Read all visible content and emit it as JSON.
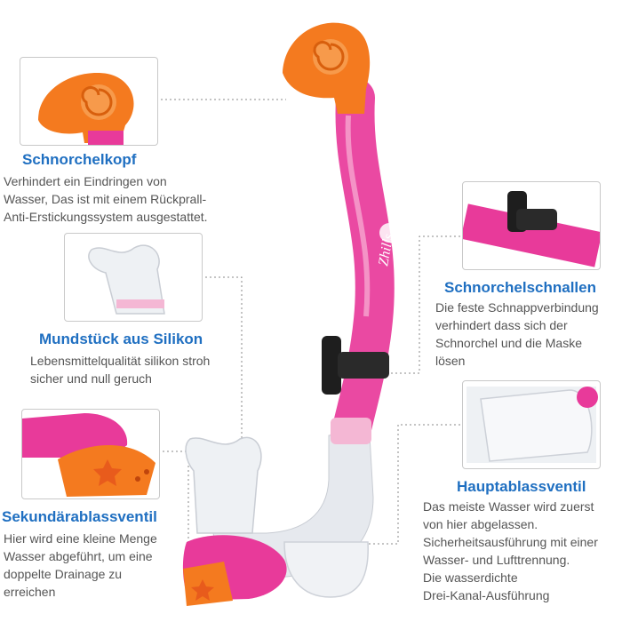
{
  "colors": {
    "heading": "#1f6fc1",
    "body_text": "#555555",
    "tube_pink": "#e83a9a",
    "head_orange": "#f47a1f",
    "silicone": "#dfe3e8",
    "clip": "#1e1e1e",
    "leader_line": "#8a8a8a"
  },
  "product": {
    "brand_mark": "Zhills"
  },
  "features": [
    {
      "title": "Schnorchelkopf",
      "description": "Verhindert ein Eindringen von\nWasser, Das ist mit einem Rückprall-\nAnti-Erstickungssystem ausgestattet.",
      "image_icon": "orange-shell-top-icon"
    },
    {
      "title": "Mundstück aus Silikon",
      "description": "Lebensmittelqualität silikon stroh\nsicher und null geruch",
      "image_icon": "mouthpiece-icon"
    },
    {
      "title": "Sekundärablassventil",
      "description": "Hier wird eine kleine Menge\nWasser abgeführt, um eine\ndoppelte Drainage zu\nerreichen",
      "image_icon": "valve-starfish-icon"
    },
    {
      "title": "Schnorchelschnallen",
      "description": "Die feste Schnappverbindung\nverhindert dass sich der\nSchnorchel und die Maske\nlösen",
      "image_icon": "buckle-clip-icon"
    },
    {
      "title": "Hauptablassventil",
      "description": "Das meiste Wasser wird zuerst\nvon hier abgelassen.\nSicherheitsausführung mit einer\nWasser- und Lufttrennung.\nDie wasserdichte\nDrei-Kanal-Ausführung",
      "image_icon": "purge-chamber-icon"
    }
  ]
}
